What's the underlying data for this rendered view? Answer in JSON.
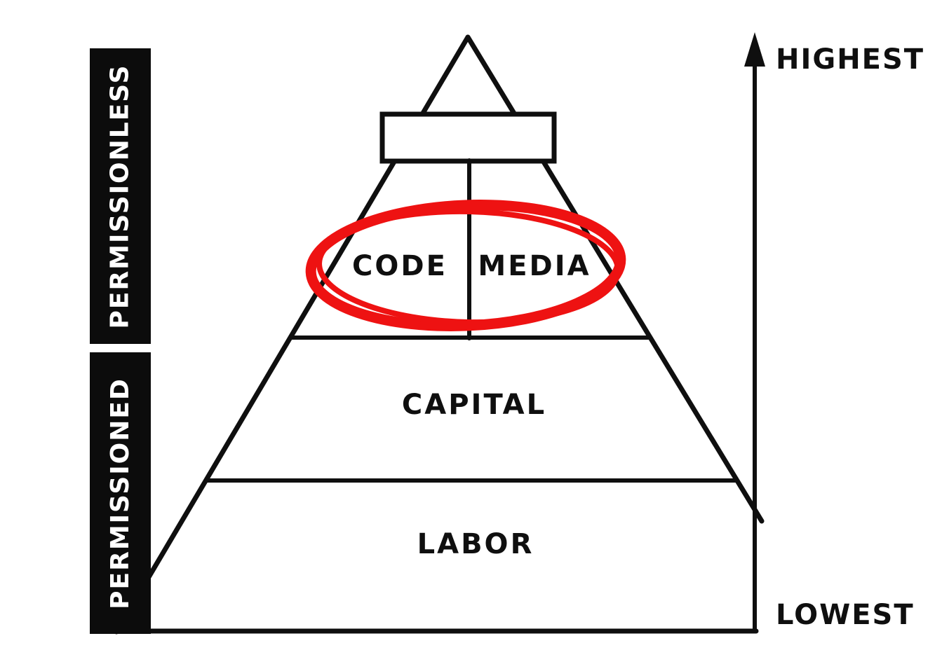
{
  "diagram_type": "pyramid-hierarchy",
  "pyramid": {
    "top_box_label": "",
    "tier_code": "CODE",
    "tier_media": "MEDIA",
    "tier_capital": "CAPITAL",
    "tier_labor": "LABOR"
  },
  "sidebars": [
    {
      "label": "PERMISSIONLESS"
    },
    {
      "label": "PERMISSIONED"
    }
  ],
  "axis": {
    "top_label": "HIGHEST",
    "bottom_label": "LOWEST"
  },
  "annotation": {
    "shape": "hand-drawn-red-ellipse",
    "encircles": "CODE MEDIA"
  },
  "colors": {
    "ink": "#0f0f0f",
    "highlight": "#ee1212",
    "bar_bg": "#0c0c0c",
    "bar_text": "#ffffff",
    "background": "#ffffff"
  }
}
